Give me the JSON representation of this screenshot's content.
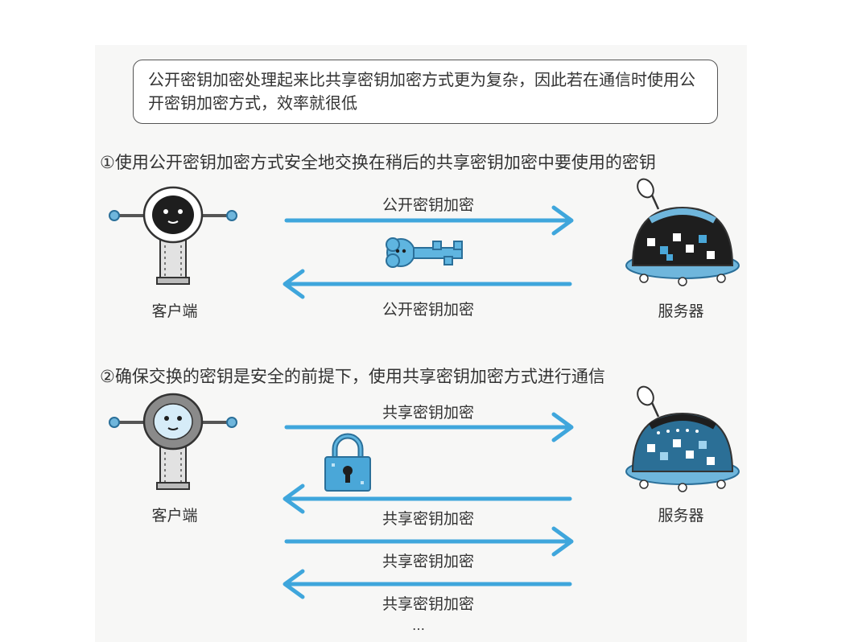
{
  "note": "公开密钥加密处理起来比共享密钥加密方式更为复杂，因此若在通信时使用公开密钥加密方式，效率就很低",
  "step1": {
    "title": "①使用公开密钥加密方式安全地交换在稍后的共享密钥加密中要使用的密钥",
    "arrow_top_label": "公开密钥加密",
    "arrow_bottom_label": "公开密钥加密",
    "client_label": "客户端",
    "server_label": "服务器"
  },
  "step2": {
    "title": "②确保交换的密钥是安全的前提下，使用共享密钥加密方式进行通信",
    "arrow_labels": [
      "共享密钥加密",
      "共享密钥加密",
      "共享密钥加密",
      "共享密钥加密"
    ],
    "client_label": "客户端",
    "server_label": "服务器",
    "ellipsis": "…"
  },
  "colors": {
    "arrow": "#3fa6dc",
    "robot_dark": "#1e1e1e",
    "robot_gray": "#8a8a8a",
    "accent": "#4aa7d8"
  }
}
